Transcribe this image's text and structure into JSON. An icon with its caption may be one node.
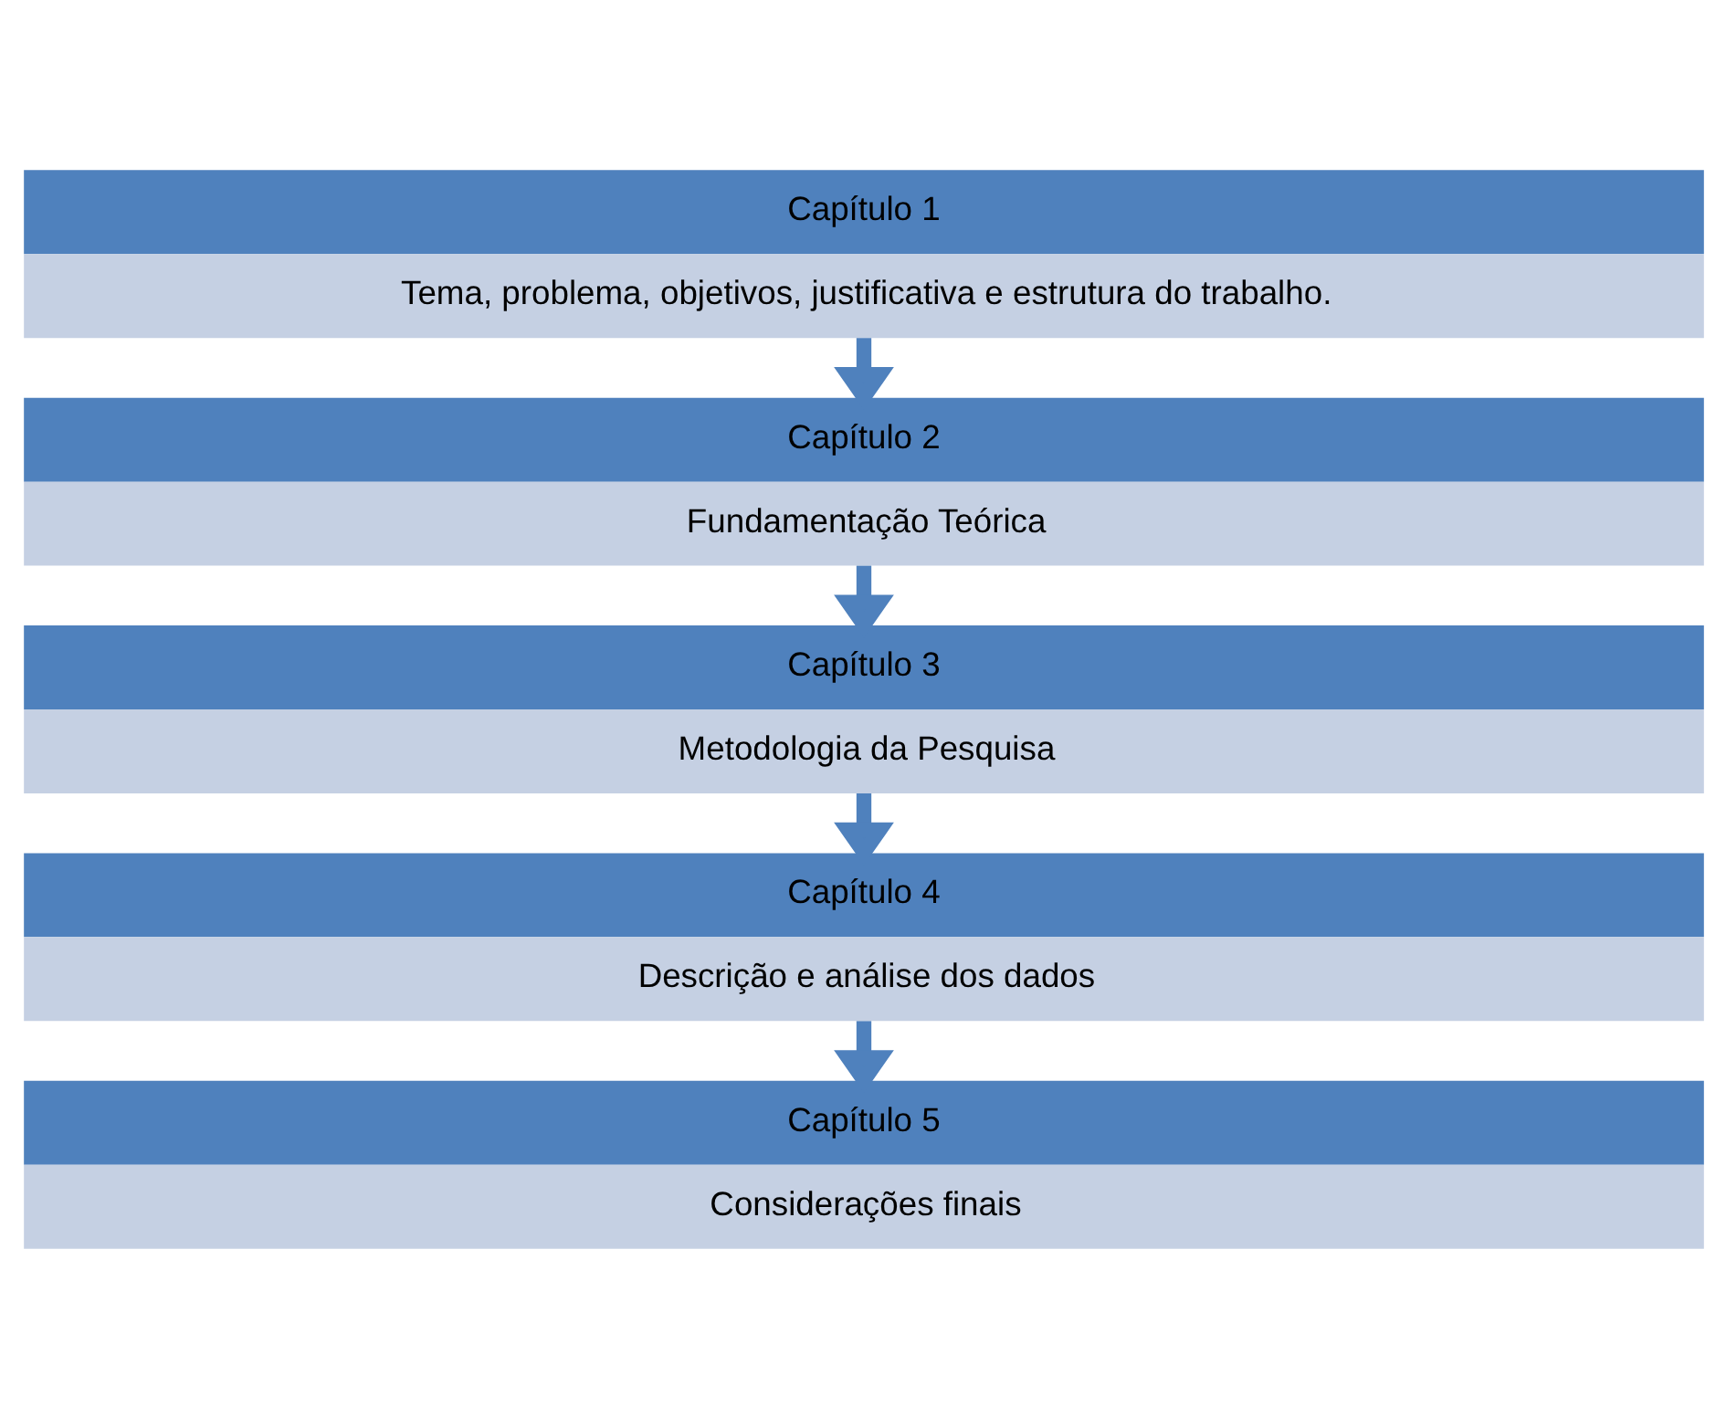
{
  "diagram": {
    "nodes": [
      {
        "text": [
          "Capítulo 1",
          "Tema, problema, objetivos, justificativa e estrutura do trabalho."
        ]
      },
      {
        "text": [
          "Capítulo 2",
          "Fundamentação Teórica"
        ]
      },
      {
        "text": [
          "Capítulo 3",
          "Metodologia da Pesquisa"
        ]
      },
      {
        "text": [
          "Capítulo 4",
          "Descrição e análise dos dados"
        ]
      },
      {
        "text": [
          "Capítulo 5",
          "Considerações finais"
        ]
      }
    ],
    "edges": [
      {
        "from": 0,
        "to": 1,
        "arrow": "to"
      },
      {
        "from": 1,
        "to": 2,
        "arrow": "to"
      },
      {
        "from": 2,
        "to": 3,
        "arrow": "to"
      },
      {
        "from": 3,
        "to": 4,
        "arrow": "to"
      }
    ]
  }
}
